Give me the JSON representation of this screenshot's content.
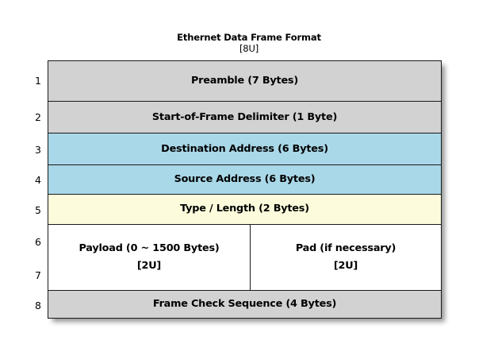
{
  "diagram": {
    "title": "Ethernet Data Frame Format",
    "subtitle": "[8U]",
    "colors": {
      "gray": "#d2d2d2",
      "blue": "#a9d8e8",
      "yellow": "#fcfcdc",
      "white": "#ffffff",
      "border": "#1a1a1a",
      "text": "#000000"
    },
    "row_numbers": [
      "1",
      "2",
      "3",
      "4",
      "5",
      "6",
      "7",
      "8"
    ],
    "rows": [
      {
        "index": "1",
        "label": "Preamble (7 Bytes)",
        "fill": "#d2d2d2"
      },
      {
        "index": "2",
        "label": "Start-of-Frame Delimiter (1 Byte)",
        "fill": "#d2d2d2"
      },
      {
        "index": "3",
        "label": "Destination Address (6 Bytes)",
        "fill": "#a9d8e8"
      },
      {
        "index": "4",
        "label": "Source Address (6 Bytes)",
        "fill": "#a9d8e8"
      },
      {
        "index": "5",
        "label": "Type / Length (2 Bytes)",
        "fill": "#fcfcdc"
      },
      {
        "index": "6-7",
        "fill": "#ffffff",
        "split": true,
        "left": {
          "label": "Payload (0 ~ 1500 Bytes)",
          "annotation": "[2U]"
        },
        "right": {
          "label": "Pad (if necessary)",
          "annotation": "[2U]"
        }
      },
      {
        "index": "8",
        "label": "Frame Check Sequence (4 Bytes)",
        "fill": "#d2d2d2"
      }
    ]
  },
  "chart_data": {
    "type": "table",
    "title": "Ethernet Data Frame Format",
    "subtitle": "[8U]",
    "categories": [
      "Preamble",
      "Start-of-Frame Delimiter",
      "Destination Address",
      "Source Address",
      "Type / Length",
      "Payload",
      "Pad",
      "Frame Check Sequence"
    ],
    "values": [
      7,
      1,
      6,
      6,
      2,
      1500,
      0,
      4
    ],
    "value_labels": [
      "7 Bytes",
      "1 Byte",
      "6 Bytes",
      "6 Bytes",
      "2 Bytes",
      "0 ~ 1500 Bytes",
      "if necessary",
      "4 Bytes"
    ],
    "row_indices": [
      "1",
      "2",
      "3",
      "4",
      "5",
      "6",
      "7",
      "8"
    ],
    "xlabel": "",
    "ylabel": "",
    "grid": false,
    "legend": "none"
  }
}
